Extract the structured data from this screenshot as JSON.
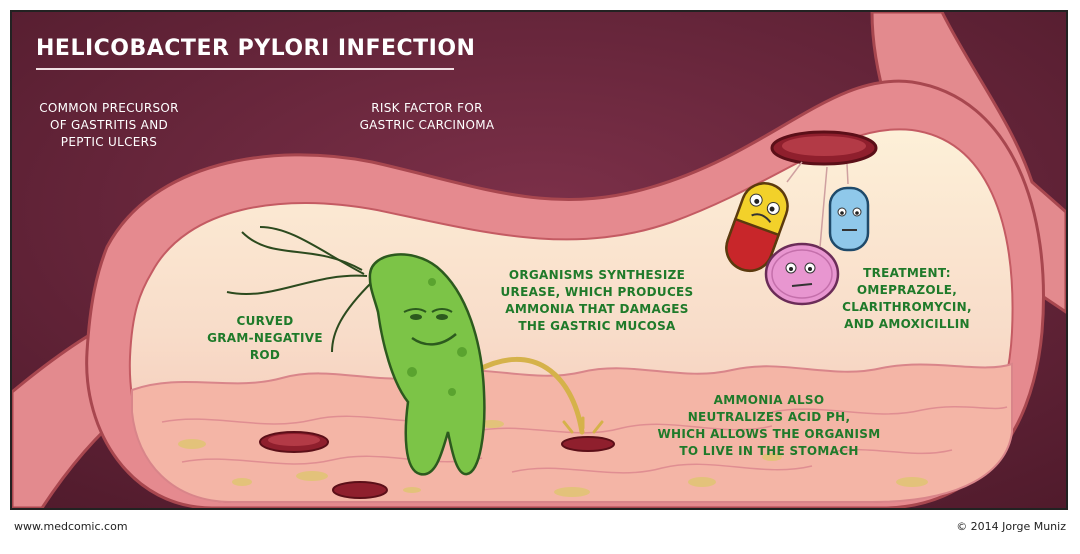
{
  "title": "HELICOBACTER PYLORI INFECTION",
  "captions": {
    "precursor": [
      "COMMON PRECURSOR",
      "OF GASTRITIS AND",
      "PEPTIC ULCERS"
    ],
    "risk": [
      "RISK FACTOR FOR",
      "GASTRIC CARCINOMA"
    ],
    "rod": [
      "CURVED",
      "GRAM-NEGATIVE",
      "ROD"
    ],
    "urease": [
      "ORGANISMS SYNTHESIZE",
      "UREASE, WHICH PRODUCES",
      "AMMONIA THAT DAMAGES",
      "THE GASTRIC MUCOSA"
    ],
    "treatment": [
      "TREATMENT:",
      "OMEPRAZOLE,",
      "CLARITHROMYCIN,",
      "AND AMOXICILLIN"
    ],
    "ammonia": [
      "AMMONIA ALSO",
      "NEUTRALIZES ACID PH,",
      "WHICH ALLOWS THE ORGANISM",
      "TO LIVE IN THE STOMACH"
    ]
  },
  "footer": {
    "website": "www.medcomic.com",
    "copyright": "© 2014 Jorge Muniz"
  },
  "colors": {
    "background": "#6a2438",
    "stomach_wall": "#e58a8f",
    "stomach_inner": "#fbe6cf",
    "mucosa": "#f4b5a6",
    "bacterium": "#7cc447",
    "caption_green": "#1f7a2a"
  }
}
